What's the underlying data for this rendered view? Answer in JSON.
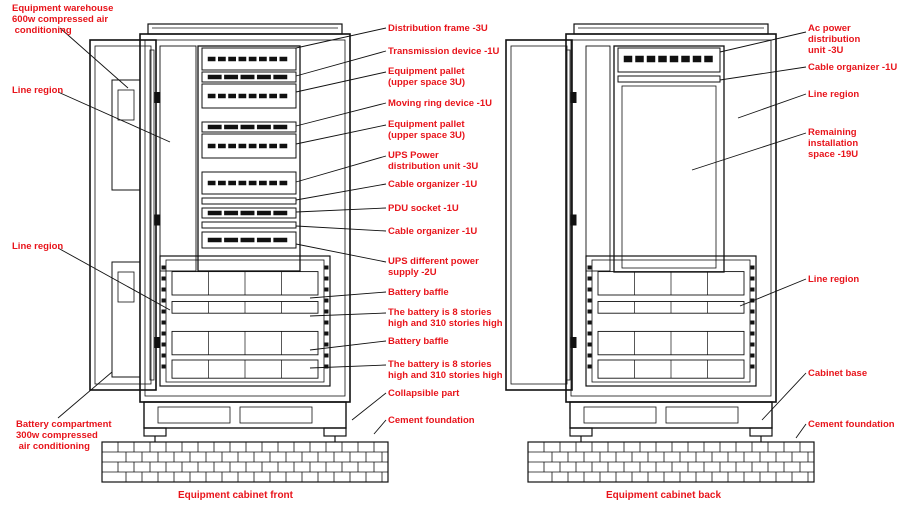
{
  "colors": {
    "label": "#e8141b",
    "line": "#111111"
  },
  "front": {
    "caption": "Equipment cabinet front",
    "left_labels": [
      {
        "id": "warehouse",
        "text": "Equipment warehouse\n600w compressed air\n conditioning"
      },
      {
        "id": "line1",
        "text": "Line region"
      },
      {
        "id": "line2",
        "text": "Line region"
      },
      {
        "id": "battery_compartment",
        "text": "Battery compartment\n300w compressed\n air conditioning"
      }
    ],
    "right_labels": [
      {
        "id": "dist_frame",
        "text": "Distribution frame -3U"
      },
      {
        "id": "transmission",
        "text": "Transmission device -1U"
      },
      {
        "id": "pallet1",
        "text": "Equipment pallet\n(upper space 3U)"
      },
      {
        "id": "moving_ring",
        "text": "Moving ring device -1U"
      },
      {
        "id": "pallet2",
        "text": "Equipment pallet\n(upper space 3U)"
      },
      {
        "id": "ups_pdu",
        "text": "UPS Power\ndistribution unit -3U"
      },
      {
        "id": "cable1",
        "text": "Cable organizer -1U"
      },
      {
        "id": "pdu_socket",
        "text": "PDU socket -1U"
      },
      {
        "id": "cable2",
        "text": "Cable organizer -1U"
      },
      {
        "id": "ups_supply",
        "text": "UPS different power\nsupply -2U"
      },
      {
        "id": "baffle1",
        "text": "Battery baffle"
      },
      {
        "id": "battery1",
        "text": "The battery is 8 stories\nhigh and 310 stories high"
      },
      {
        "id": "baffle2",
        "text": "Battery baffle"
      },
      {
        "id": "battery2",
        "text": "The battery is 8 stories\nhigh and 310 stories high"
      },
      {
        "id": "collapsible",
        "text": "Collapsible part"
      },
      {
        "id": "cement",
        "text": "Cement foundation"
      }
    ]
  },
  "back": {
    "caption": "Equipment cabinet back",
    "labels": [
      {
        "id": "ac_pdu",
        "text": "Ac power\ndistribution\nunit -3U"
      },
      {
        "id": "cable",
        "text": "Cable organizer -1U"
      },
      {
        "id": "line1",
        "text": "Line region"
      },
      {
        "id": "remaining",
        "text": "Remaining\ninstallation\nspace -19U"
      },
      {
        "id": "line2",
        "text": "Line region"
      },
      {
        "id": "base",
        "text": "Cabinet base"
      },
      {
        "id": "cement",
        "text": "Cement foundation"
      }
    ]
  }
}
